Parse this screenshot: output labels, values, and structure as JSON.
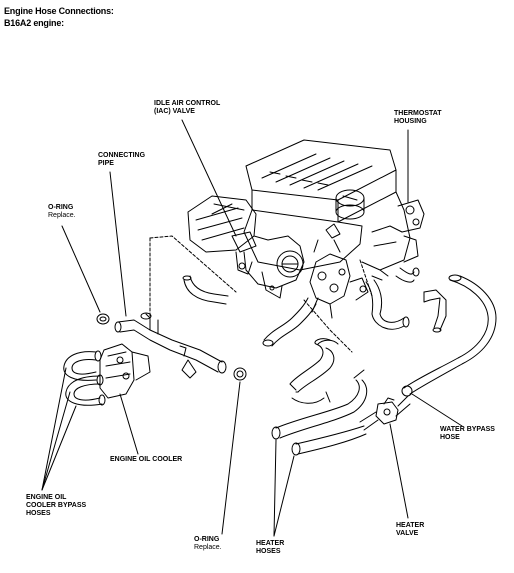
{
  "header": {
    "title": "Engine Hose Connections:",
    "subtitle": "B16A2 engine:"
  },
  "labels": {
    "iac": {
      "line1": "IDLE AIR CONTROL",
      "line2": "(IAC) VALVE"
    },
    "thermostat": {
      "line1": "THERMOSTAT",
      "line2": "HOUSING"
    },
    "connecting_pipe": {
      "line1": "CONNECTING",
      "line2": "PIPE"
    },
    "oring_top": {
      "line1": "O-RING",
      "note": "Replace."
    },
    "engine_oil_cooler": {
      "text": "ENGINE OIL COOLER"
    },
    "water_bypass": {
      "line1": "WATER BYPASS",
      "line2": "HOSE"
    },
    "bypass_hoses": {
      "line1": "ENGINE OIL",
      "line2": "COOLER BYPASS",
      "line3": "HOSES"
    },
    "heater_valve": {
      "line1": "HEATER",
      "line2": "VALVE"
    },
    "oring_bottom": {
      "line1": "O-RING",
      "note": "Replace."
    },
    "heater_hoses": {
      "line1": "HEATER",
      "line2": "HOSES"
    }
  },
  "colors": {
    "ink": "#000000",
    "paper": "#ffffff"
  }
}
